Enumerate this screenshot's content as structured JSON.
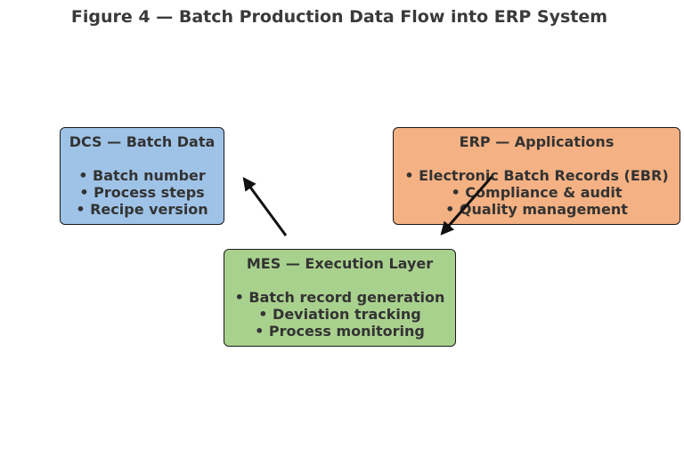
{
  "title": "Figure 4 — Batch Production Data Flow into ERP System",
  "colors": {
    "dcs_fill": "#9fc3e7",
    "erp_fill": "#f4b183",
    "mes_fill": "#a9d18e",
    "border": "#1a1a1a",
    "arrow": "#111111"
  },
  "boxes": {
    "dcs": {
      "heading": "DCS — Batch Data",
      "items": [
        "• Batch number",
        "• Process steps",
        "• Recipe version"
      ]
    },
    "erp": {
      "heading": "ERP — Applications",
      "items": [
        "• Electronic Batch Records (EBR)",
        "• Compliance & audit",
        "• Quality management"
      ]
    },
    "mes": {
      "heading": "MES — Execution Layer",
      "items": [
        "• Batch record generation",
        "• Deviation tracking",
        "• Process monitoring"
      ]
    }
  },
  "arrows": [
    {
      "from": "mes",
      "to": "dcs"
    },
    {
      "from": "erp",
      "to": "mes"
    }
  ]
}
